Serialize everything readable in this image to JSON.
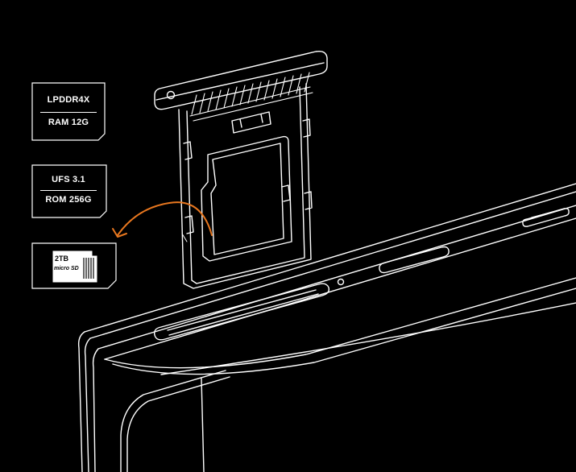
{
  "specs": {
    "memory": {
      "line1": "LPDDR4X",
      "line2": "RAM 12G"
    },
    "storage": {
      "line1": "UFS 3.1",
      "line2": "ROM 256G"
    },
    "card": {
      "capacity": "2TB",
      "logo_text": "micro SD"
    }
  },
  "colors": {
    "background": "#000000",
    "line_art": "#ffffff",
    "accent_arrow": "#e8771f"
  },
  "icons": [
    "microsd-card-icon",
    "curved-arrow-icon"
  ]
}
